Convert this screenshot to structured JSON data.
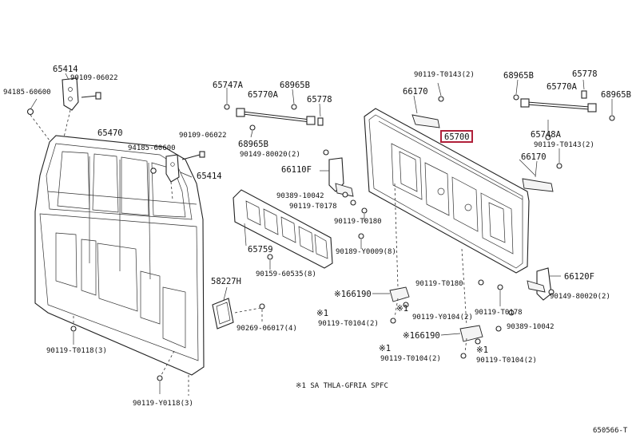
{
  "diagram": {
    "highlight_label": "65700",
    "labels": {
      "p65414_top": "65414",
      "p90109_06022_top": "90109-06022",
      "p94185_60600_top": "94185-60600",
      "p65470": "65470",
      "p94185_60600_mid": "94185-60600",
      "p90109_06022_mid": "90109-06022",
      "p65414_mid": "65414",
      "p65747a": "65747A",
      "p65770a_left": "65770A",
      "p68965b_left_top": "68965B",
      "p65778_left": "65778",
      "p68965b_left_bot": "68965B",
      "p90149_80020_left": "90149-80020(2)",
      "p66110f": "66110F",
      "p90389_10042_left": "90389-10042",
      "p90119_t0178_left": "90119-T0178",
      "p90119_t0180_left": "90119-T0180",
      "p65759": "65759",
      "p90189_y0009": "90189-Y0009(8)",
      "p90159_60535": "90159-60535(8)",
      "p58227h": "58227H",
      "p90269_06017": "90269-06017(4)",
      "p90119_t0118_a": "90119-T0118(3)",
      "p90119_y0118_b": "90119-Y0118(3)",
      "p90119_t0143_top": "90119-T0143(2)",
      "p66170_top": "66170",
      "p68965b_right_top": "68965B",
      "p65778_right": "65778",
      "p65770a_right": "65770A",
      "p68965b_right": "68965B",
      "p65748a": "65748A",
      "p90119_t0143_right": "90119-T0143(2)",
      "p66170_right": "66170",
      "p66120f": "66120F",
      "p166190_a": "※166190",
      "p90119_t0180_mid": "90119-T0180",
      "p1_a": "※1",
      "p90119_y0104_a": "90119-Y0104(2)",
      "p1_b": "※1",
      "p90119_t0104_a": "90119-T0104(2)",
      "p90119_t0178_right": "90119-T0178",
      "p90389_10042_right": "90389-10042",
      "p90149_80020_right": "90149-80020(2)",
      "p166190_b": "※166190",
      "p1_c": "※1",
      "p90119_t0104_b": "90119-T0104(2)",
      "p1_d": "※1",
      "p90119_t0104_c": "90119-T0104(2)",
      "footnote": "※1 SA THLA-GFRIA SPFC",
      "figure_code": "650566-T"
    }
  }
}
